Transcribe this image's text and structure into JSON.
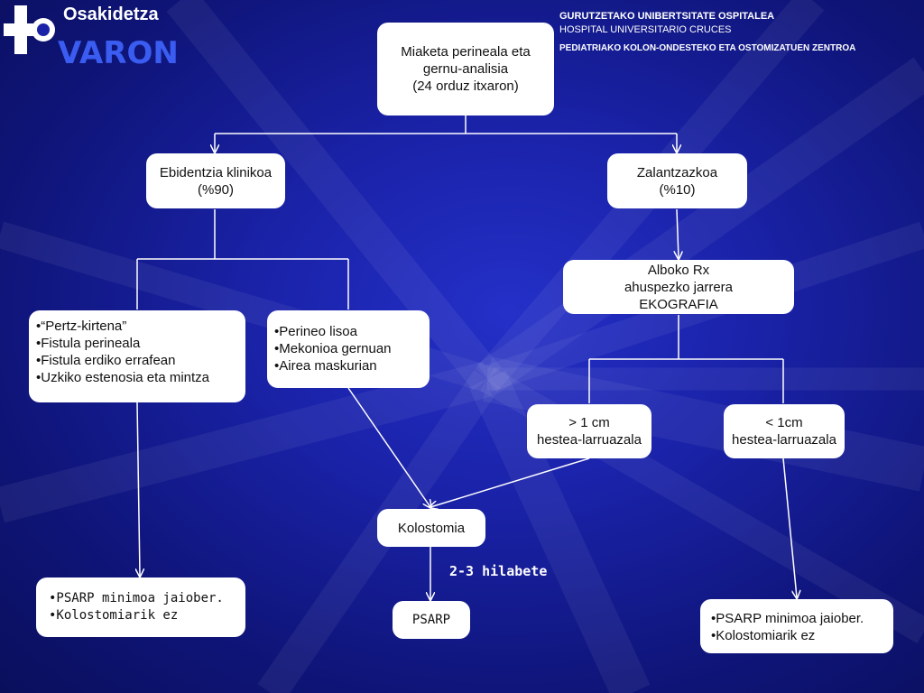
{
  "header": {
    "org_name": "Osakidetza",
    "title": "VARON",
    "hospital_eu": "GURUTZETAKO UNIBERTSITATE OSPITALEA",
    "hospital_es": "HOSPITAL UNIVERSITARIO CRUCES",
    "center": "PEDIATRIAKO KOLON-ONDESTEKO ETA OSTOMIZATUEN ZENTROA"
  },
  "nodes": {
    "root": [
      "Miaketa perineala eta",
      "gernu-analisia",
      "(24 orduz itxaron)"
    ],
    "evidence": [
      "Ebidentzia klinikoa",
      "(%90)"
    ],
    "doubtful": [
      "Zalantzazkoa",
      "(%10)"
    ],
    "xray": [
      "Alboko Rx",
      "ahuspezko jarrera",
      "EKOGRAFIA"
    ],
    "signs_left": [
      "•“Pertz-kirtena”",
      "•Fistula perineala",
      "•Fistula erdiko errafean",
      "•Uzkiko estenosia eta mintza"
    ],
    "signs_mid": [
      "•Perineo lisoa",
      "•Mekonioa gernuan",
      "•Airea maskurian"
    ],
    "gt1": [
      "> 1 cm",
      "hestea-larruazala"
    ],
    "lt1": [
      "< 1cm",
      "hestea-larruazala"
    ],
    "colostomy": [
      "Kolostomia"
    ],
    "psarp": [
      "PSARP"
    ],
    "result_left": [
      "•PSARP minimoa jaiober.",
      "•Kolostomiarik ez"
    ],
    "result_right": [
      "•PSARP minimoa jaiober.",
      "•Kolostomiarik ez"
    ]
  },
  "edge_label": "2-3 hilabete"
}
